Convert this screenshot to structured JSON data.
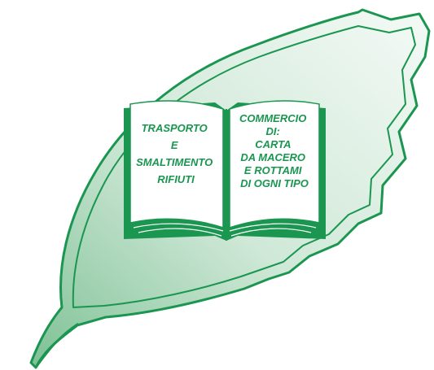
{
  "logo": {
    "left_page_lines": [
      "TRASPORTO",
      "E",
      "SMALTIMENTO",
      "RIFIUTI"
    ],
    "right_page_lines": [
      "COMMERCIO",
      "DI:",
      "CARTA",
      "DA MACERO",
      "E ROTTAMI",
      "DI OGNI TIPO"
    ],
    "colors": {
      "primary_green": "#1a9650",
      "leaf_fill_light": "#eef6f0",
      "leaf_fill_dark": "#8fc9a2",
      "page_fill": "#ffffff"
    }
  }
}
